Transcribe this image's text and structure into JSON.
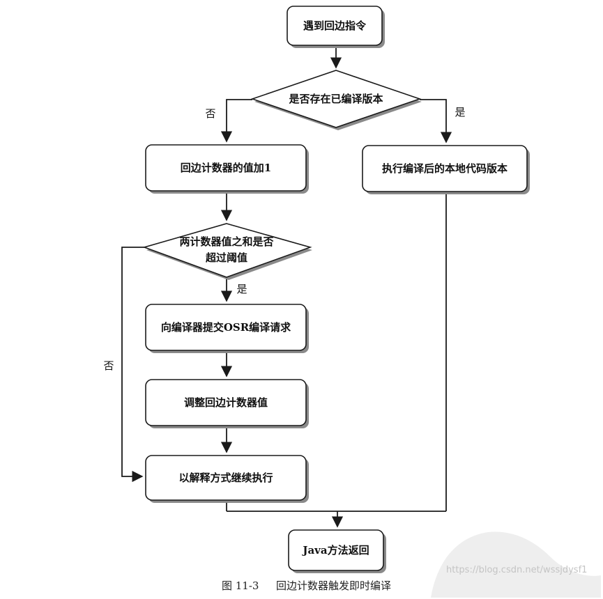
{
  "nodes": {
    "start": "遇到回边指令",
    "check_compiled": "是否存在已编译版本",
    "increment_counter": "回边计数器的值加1",
    "exec_native": "执行编译后的本地代码版本",
    "threshold_line1": "两计数器值之和是否",
    "threshold_line2": "超过阈值",
    "submit_osr": "向编译器提交OSR编译请求",
    "adjust_counter": "调整回边计数器值",
    "interpret": "以解释方式继续执行",
    "return": "Java方法返回"
  },
  "edge_labels": {
    "compiled_no": "否",
    "compiled_yes": "是",
    "threshold_yes": "是",
    "threshold_no": "否"
  },
  "caption": {
    "figure_number": "图 11-3",
    "title": "回边计数器触发即时编译"
  },
  "watermark": {
    "url": "https://blog.csdn.net/wssjdysf1"
  }
}
